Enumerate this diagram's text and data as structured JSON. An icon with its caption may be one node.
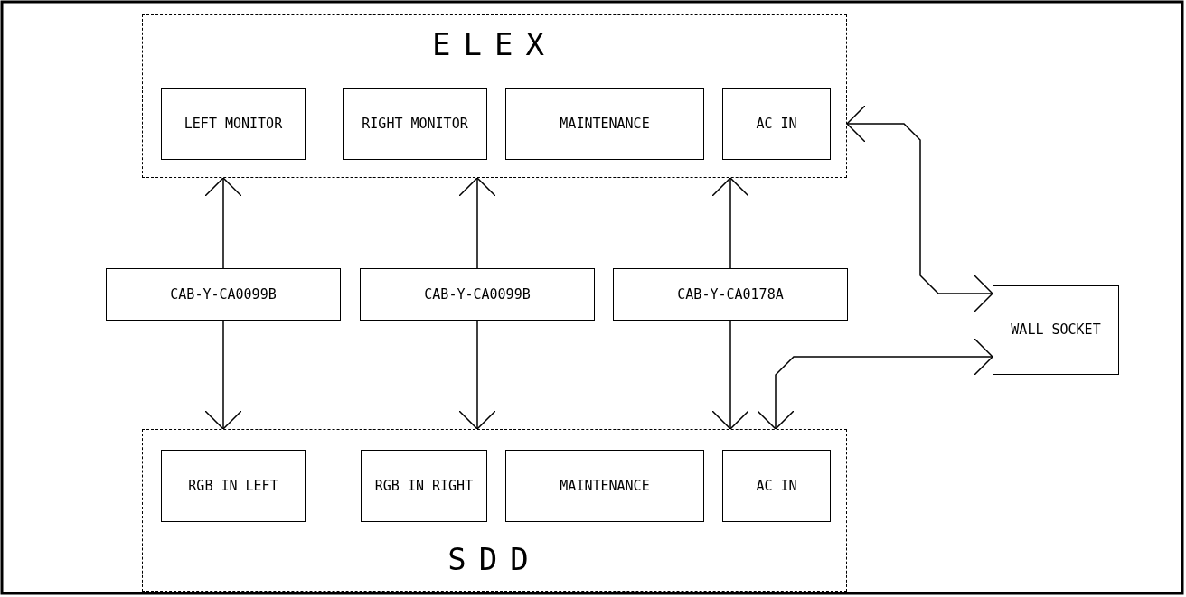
{
  "diagram": {
    "nodes": [
      {
        "text": [
          "ELEX"
        ]
      },
      {
        "text": [
          "LEFT MONITOR"
        ],
        "in": 0
      },
      {
        "text": [
          "RIGHT MONITOR"
        ],
        "in": 0
      },
      {
        "text": [
          "MAINTENANCE"
        ],
        "in": 0
      },
      {
        "text": [
          "AC IN"
        ],
        "in": 0
      },
      {
        "text": [
          "CAB-Y-CA0099B"
        ]
      },
      {
        "text": [
          "CAB-Y-CA0099B"
        ]
      },
      {
        "text": [
          "CAB-Y-CA0178A"
        ]
      },
      {
        "text": [
          "WALL SOCKET"
        ]
      },
      {
        "text": [
          "SDD"
        ]
      },
      {
        "text": [
          "RGB IN LEFT"
        ],
        "in": 9
      },
      {
        "text": [
          "RGB IN RIGHT"
        ],
        "in": 9
      },
      {
        "text": [
          "MAINTENANCE"
        ],
        "in": 9
      },
      {
        "text": [
          "AC IN"
        ],
        "in": 9
      }
    ],
    "edges": [
      {
        "from": 5,
        "to": 0,
        "arrow": "to"
      },
      {
        "from": 5,
        "to": 9,
        "arrow": "to"
      },
      {
        "from": 6,
        "to": 0,
        "arrow": "to"
      },
      {
        "from": 6,
        "to": 9,
        "arrow": "to"
      },
      {
        "from": 7,
        "to": 0,
        "arrow": "to"
      },
      {
        "from": 7,
        "to": 9,
        "arrow": "to"
      },
      {
        "from": 0,
        "to": 8,
        "arrow": "both"
      },
      {
        "from": 9,
        "to": 8,
        "arrow": "both"
      }
    ]
  }
}
